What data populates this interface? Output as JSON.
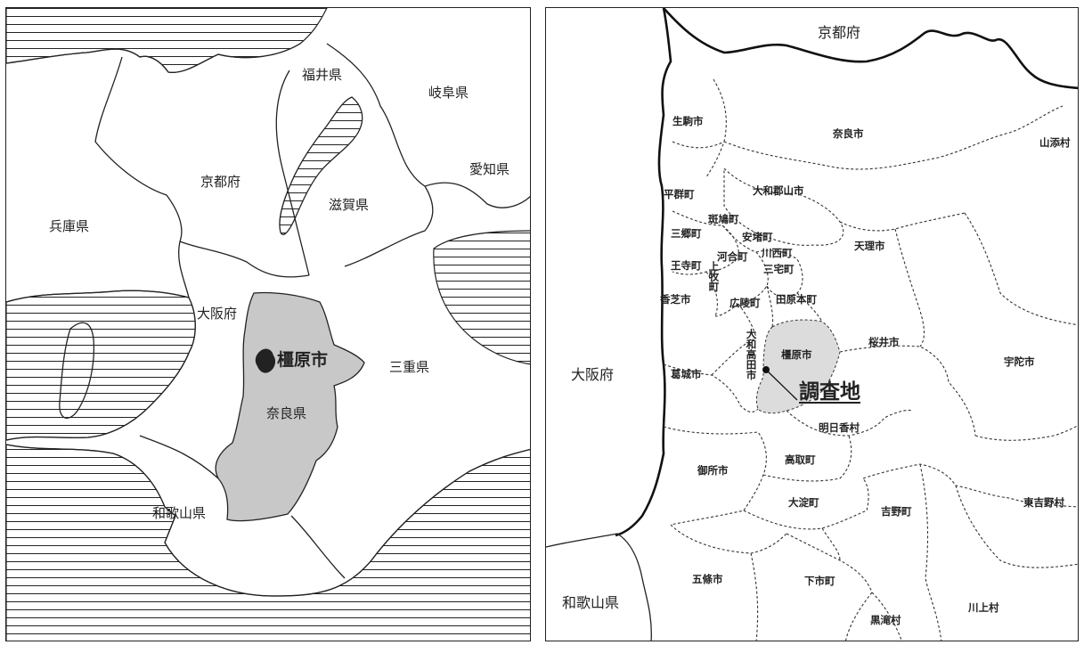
{
  "left_map": {
    "labels": {
      "fukui": "福井県",
      "gifu": "岐阜県",
      "aichi": "愛知県",
      "kyoto": "京都府",
      "shiga": "滋賀県",
      "hyogo": "兵庫県",
      "osaka": "大阪府",
      "kashihara": "橿原市",
      "mie": "三重県",
      "nara": "奈良県",
      "wakayama": "和歌山県"
    },
    "colors": {
      "nara_fill": "#c8c8c8",
      "marker": "#222222",
      "water_hatch": "#222222"
    }
  },
  "right_map": {
    "labels": {
      "kyoto": "京都府",
      "ikoma": "生駒市",
      "nara_city": "奈良市",
      "yamazoe": "山添村",
      "heguri": "平群町",
      "yamatokoriyama": "大和郡山市",
      "ikaruga": "斑鳩町",
      "sango": "三郷町",
      "ando": "安堵町",
      "kawai": "河合町",
      "kawanishi": "川西町",
      "tenri": "天理市",
      "oji": "王寺町",
      "kanmaki": "上牧町",
      "miyake": "三宅町",
      "kashiba": "香芝市",
      "koryo": "広陵町",
      "tawaramoto": "田原本町",
      "osaka": "大阪府",
      "katsuragi": "葛城市",
      "yamatotakada": "大和高田市",
      "kashihara": "橿原市",
      "sakurai": "桜井市",
      "uda": "宇陀市",
      "survey_site": "調査地",
      "asuka": "明日香村",
      "gose": "御所市",
      "takatori": "高取町",
      "oyodo": "大淀町",
      "yoshino": "吉野町",
      "higashiyoshino": "東吉野村",
      "gojo": "五條市",
      "shimoichi": "下市町",
      "wakayama": "和歌山県",
      "kurotaki": "黒滝村",
      "kawakami": "川上村"
    },
    "colors": {
      "kashihara_fill": "#dcdcdc",
      "outline": "#111111"
    }
  }
}
